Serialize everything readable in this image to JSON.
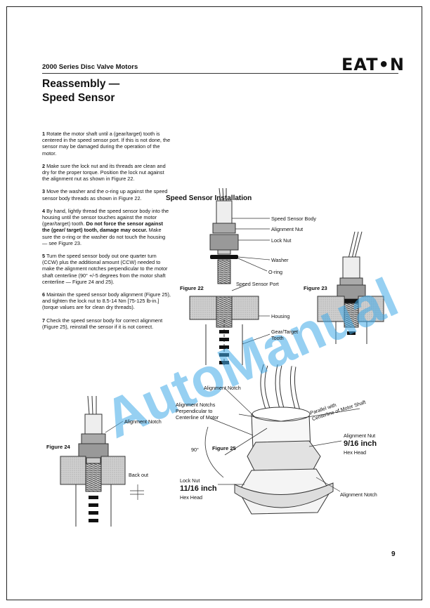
{
  "header": {
    "series_title": "2000 Series Disc Valve Motors",
    "logo_text": "EAT•N"
  },
  "page": {
    "title_line1": "Reassembly —",
    "title_line2": "Speed Sensor",
    "page_number": "9",
    "watermark": "AutoManual"
  },
  "steps": [
    {
      "num": "1",
      "text": "Rotate the motor shaft until a (gear/target) tooth is centered in the speed sensor port.  If this is not done, the sensor may be damaged during the operation of the motor.",
      "bold": "",
      "tail": ""
    },
    {
      "num": "2",
      "text": "Make sure the lock nut and its threads are clean and dry for the proper torque.  Position the lock nut against the alignment nut as shown in Figure 22.",
      "bold": "",
      "tail": ""
    },
    {
      "num": "3",
      "text": "Move the washer and the o-ring up against the speed sensor body threads as shown in Figure 22.",
      "bold": "",
      "tail": ""
    },
    {
      "num": "4",
      "text": "By hand, lightly thread the speed sensor body into the housing until the sensor touches against the motor (gear/target) tooth.",
      "bold": "Do not force the sensor against the (gear/ target) tooth, damage may occur.",
      "tail": "Make sure the o-ring or the washer do not touch the housing — see Figure 23."
    },
    {
      "num": "5",
      "text": "Turn the speed sensor body out one quarter turn (CCW) plus the additional amount (CCW) needed to make the alignment notches perpendicular to the motor shaft centerline (90° +/-5 degrees from the motor shaft centerline — Figure 24 and 25).",
      "bold": "",
      "tail": ""
    },
    {
      "num": "6",
      "text": "Maintain the speed sensor body alignment (Figure 25), and tighten the lock nut to 8.5-14 Nm [75-125 lb-in.] (torque values are for clean dry threads).",
      "bold": "",
      "tail": ""
    },
    {
      "num": "7",
      "text": "Check the speed sensor body for correct alignment (Figure 25), reinstall the sensor if it is not correct.",
      "bold": "",
      "tail": ""
    }
  ],
  "figures": {
    "main_title": "Speed Sensor Installation",
    "fig22": "Figure 22",
    "fig23": "Figure 23",
    "fig24": "Figure 24",
    "fig25": "Figure 25",
    "labels": {
      "speed_sensor_body": "Speed Sensor Body",
      "alignment_nut": "Alignment Nut",
      "lock_nut": "Lock Nut",
      "washer": "Washer",
      "o_ring": "O-ring",
      "speed_sensor_port": "Speed Sensor Port",
      "housing": "Housing",
      "gear_target_line1": "Gear/Target",
      "gear_target_line2": "Tooth",
      "alignment_notch_24": "Alignment Notch",
      "back_out": "Back out",
      "alignment_notch_top": "Alignment Notch",
      "notches_perp_1": "Alignment Notchs",
      "notches_perp_2": "Perpendicular to",
      "notches_perp_3": "Centerline of Motor",
      "ninety": "90°",
      "parallel_1": "Parallel with",
      "parallel_2": "Centerline of Motor Shaft",
      "alignment_nut_25": "Alignment Nut",
      "nine_sixteenth": "9/16 inch",
      "hex_head_1": "Hex Head",
      "lock_nut_25": "Lock Nut",
      "eleven_sixteenth": "11/16 inch",
      "hex_head_2": "Hex Head",
      "alignment_notch_bottom": "Alignment Notch"
    }
  }
}
